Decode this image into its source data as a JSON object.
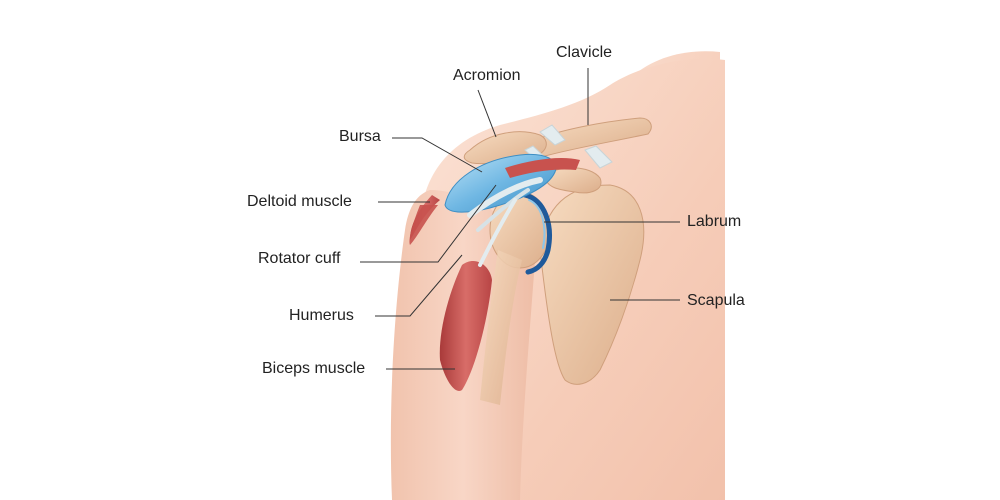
{
  "labels": {
    "clavicle": "Clavicle",
    "acromion": "Acromion",
    "bursa": "Bursa",
    "deltoid": "Deltoid muscle",
    "rotator_cuff": "Rotator cuff",
    "humerus": "Humerus",
    "biceps": "Biceps muscle",
    "labrum": "Labrum",
    "scapula": "Scapula"
  },
  "colors": {
    "skin": "#f6cdb9",
    "skin_dark": "#e9b49c",
    "bone": "#efc9a6",
    "bone_shadow": "#d9a987",
    "muscle": "#c8524e",
    "bursa": "#6fb7e3",
    "cartilage": "#1f5a9b",
    "ligament": "#e3ecef",
    "leader": "#333333"
  }
}
